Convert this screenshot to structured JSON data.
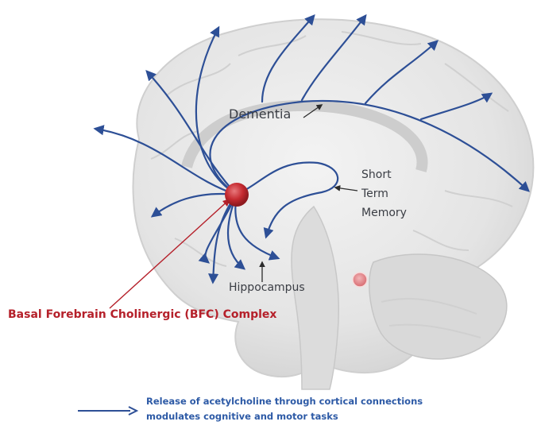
{
  "diagram": {
    "labels": {
      "dementia": "Dementia",
      "short_term_memory": [
        "Short",
        "Term",
        "Memory"
      ],
      "hippocampus": "Hippocampus",
      "bfc_complex": "Basal Forebrain Cholinergic (BFC) Complex"
    },
    "legend": {
      "lines": [
        "Release of acetylcholine through cortical connections",
        "modulates cognitive and motor tasks"
      ]
    },
    "colors": {
      "pathway": "#2d4f96",
      "bfc": "#b5202a",
      "text": "#3a3d44"
    }
  }
}
